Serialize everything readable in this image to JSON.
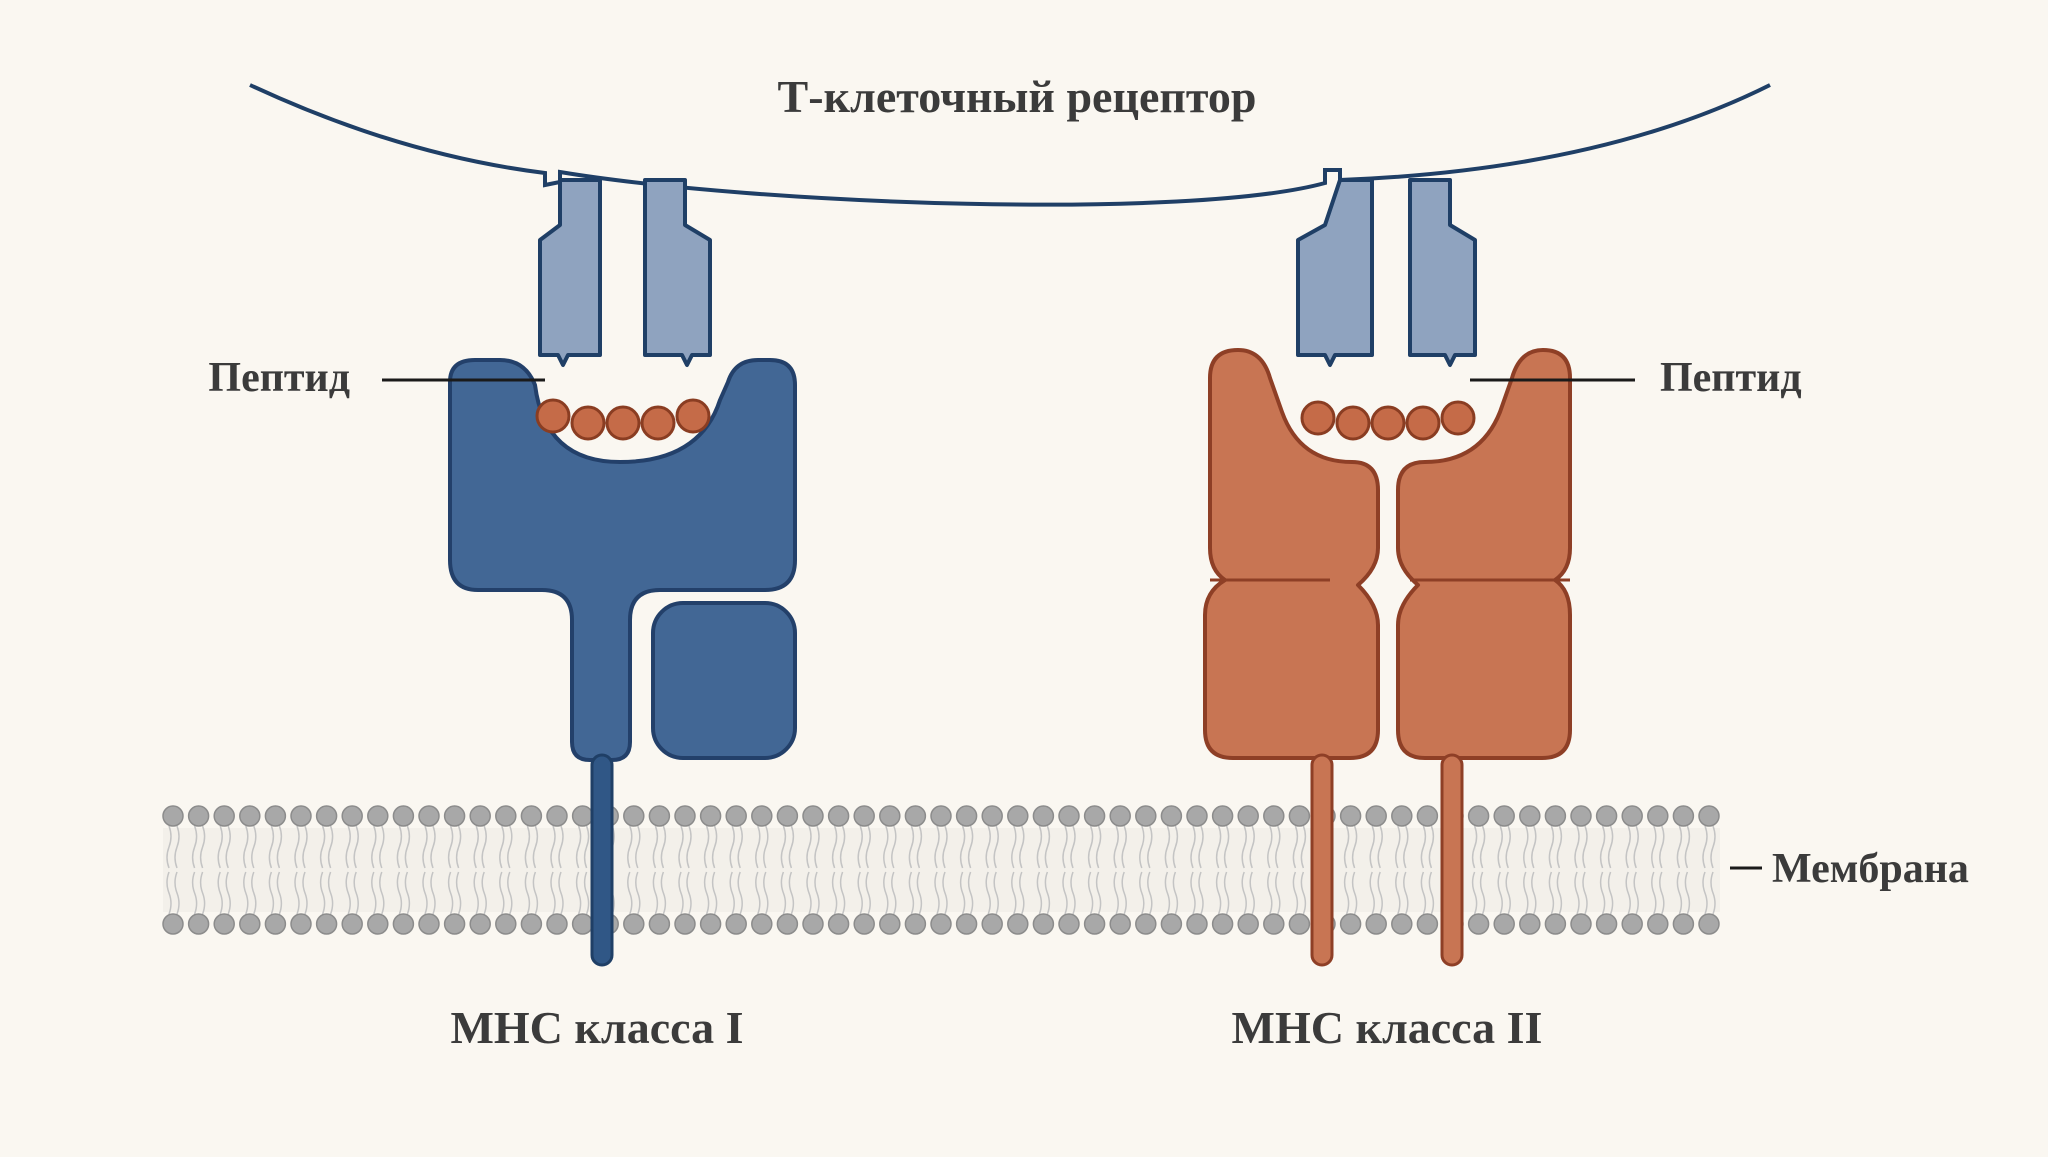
{
  "labels": {
    "tcr_title": "Т-клеточный рецептор",
    "peptide_left": "Пептид",
    "peptide_right": "Пептид",
    "membrane": "Мембрана",
    "mhc_class_1": "МНС класса I",
    "mhc_class_2": "МНС класса II"
  },
  "colors": {
    "background": "#faf7f1",
    "tcr_outline": "#1f3f66",
    "tcr_fill": "#8fa3bf",
    "mhc1_fill": "#426795",
    "mhc1_stroke": "#23406a",
    "mhc2_fill": "#c87553",
    "mhc2_stroke": "#8e3f26",
    "peptide_fill": "#c56b48",
    "peptide_stroke": "#8a3d22",
    "lipid_head": "#a8a8a8",
    "label_text": "#3b3b3b"
  }
}
